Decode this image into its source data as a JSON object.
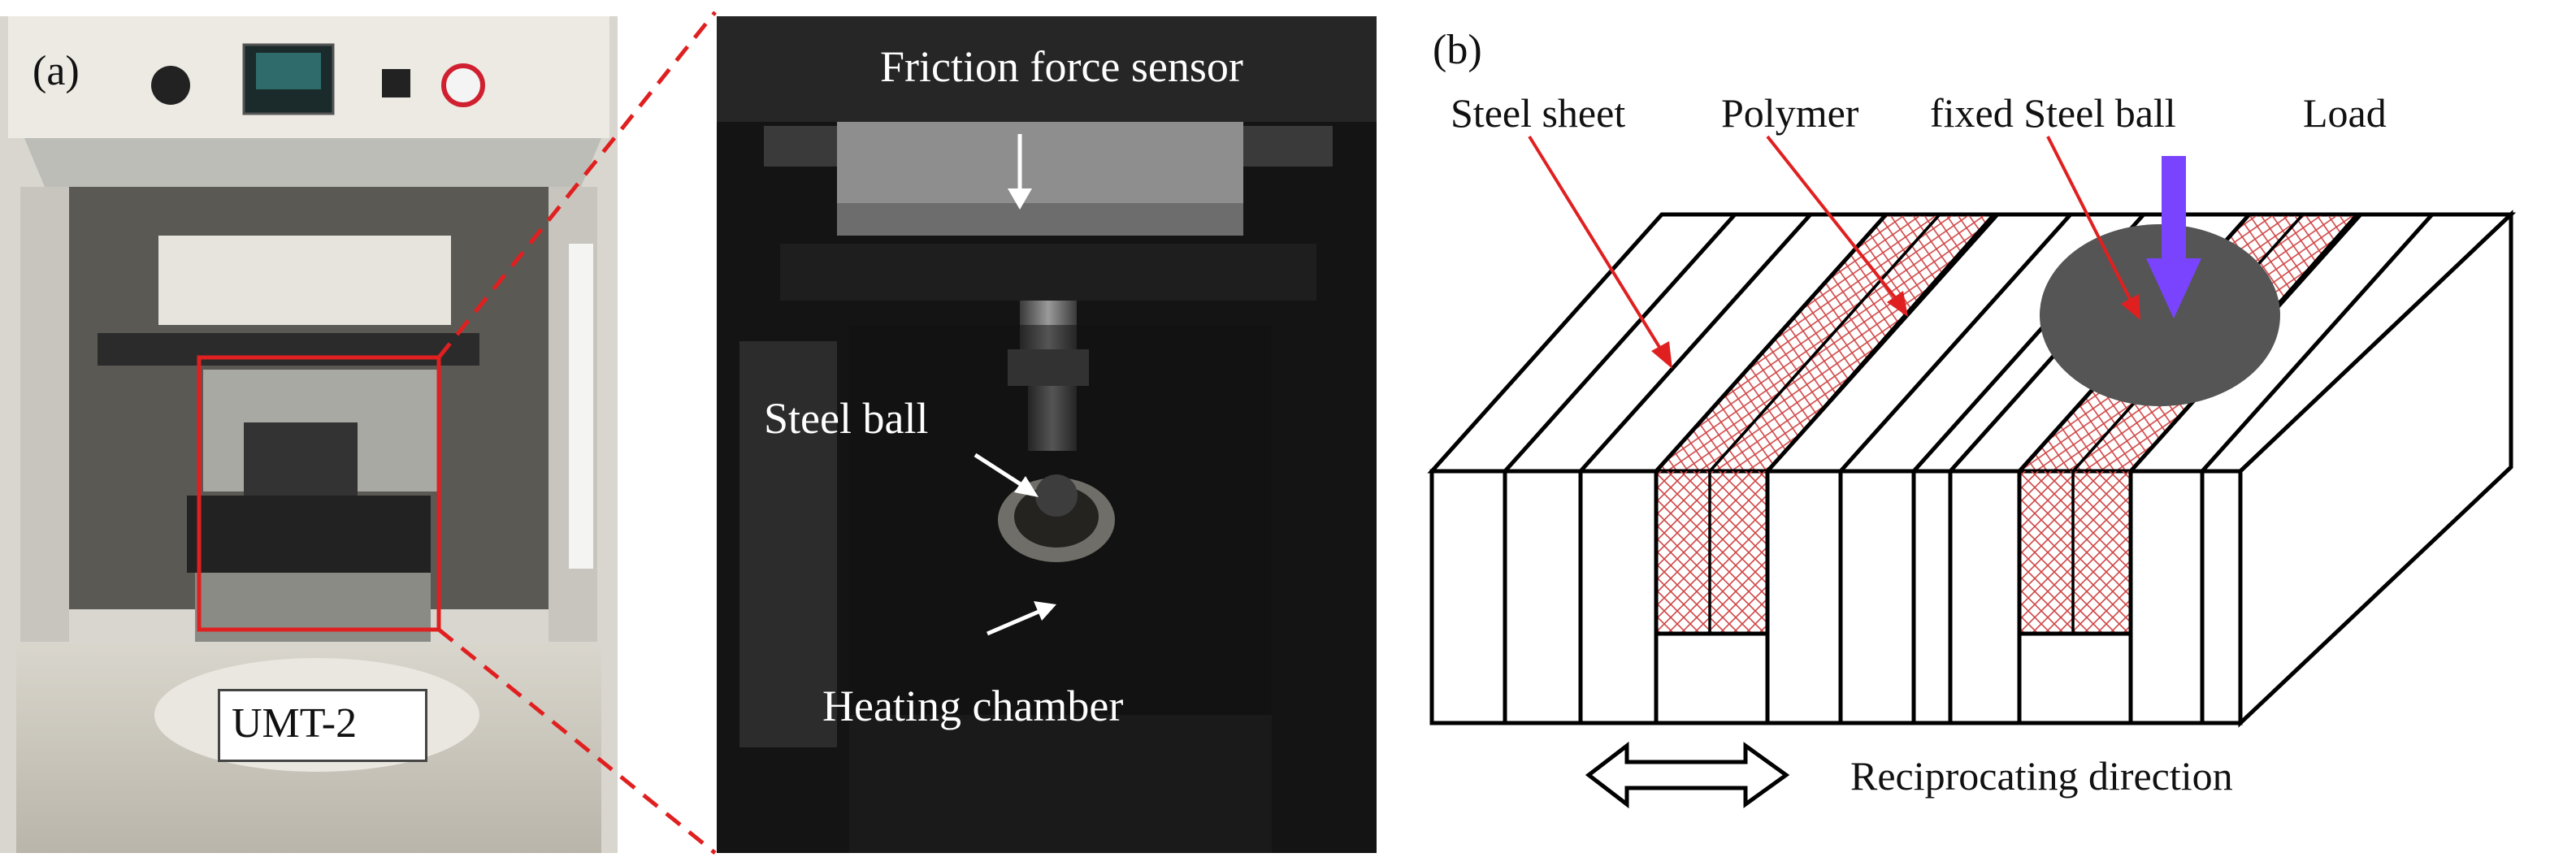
{
  "panel_a": {
    "tag": "(a)",
    "machine_label": "UMT-2",
    "friction_sensor_label": "Friction force sensor",
    "steel_ball_label": "Steel ball",
    "heating_chamber_label": "Heating chamber"
  },
  "panel_b": {
    "tag": "(b)",
    "steel_sheet_label": "Steel sheet",
    "polymer_label": "Polymer",
    "fixed_ball_label": "fixed Steel ball",
    "load_label": "Load",
    "direction_label": "Reciprocating direction"
  },
  "colors": {
    "annotation_red": "#e02020",
    "load_arrow": "#7a44ff",
    "ball_fill": "#555555",
    "polymer_hatch": "#d04545",
    "outline": "#000000"
  }
}
